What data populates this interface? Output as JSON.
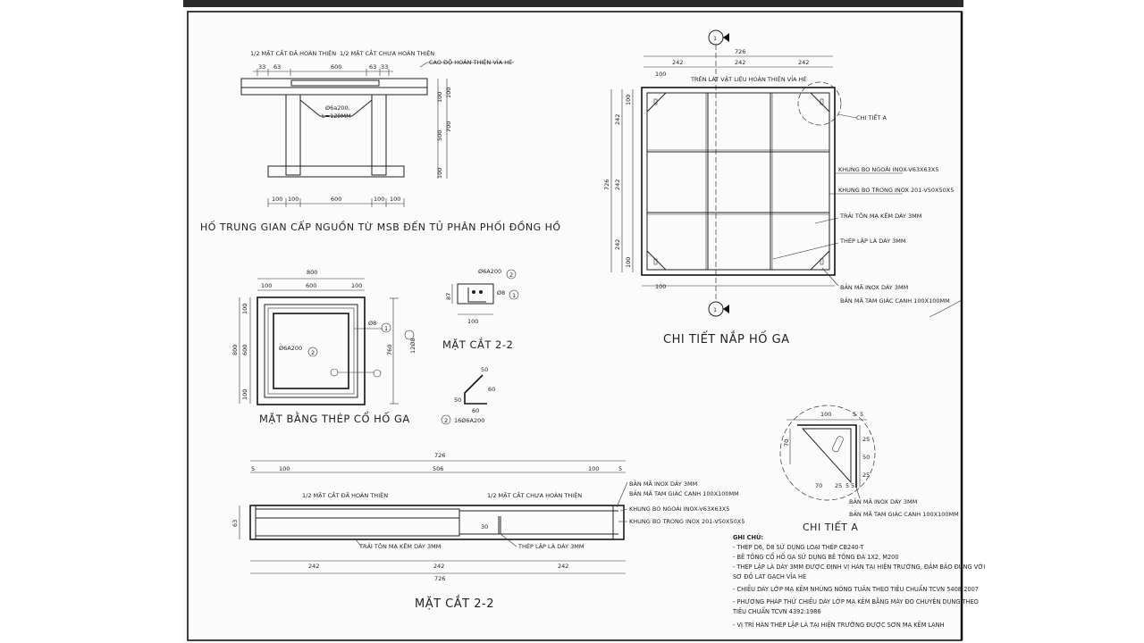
{
  "drawing": {
    "top_section": {
      "label_left": "1/2 MẶT CẮT ĐÃ HOÀN THIỆN",
      "label_right": "1/2 MẶT CẮT CHƯA HOÀN THIỆN",
      "label_level": "CAO ĐỘ HOÀN THIỆN VỈA HÈ",
      "rebar_label_1": "Ø6a200,",
      "rebar_label_2": "L=120MM",
      "dims_top": [
        "33",
        "63",
        "600",
        "63",
        "33"
      ],
      "dims_bottom": [
        "100",
        "100",
        "600",
        "100",
        "100"
      ],
      "dims_right": [
        "100",
        "100",
        "500",
        "700",
        "100"
      ],
      "title": "HỐ TRUNG GIAN CẤP NGUỒN TỪ MSB ĐẾN TỦ PHÂN PHỐI ĐỒNG HỒ"
    },
    "plan_steel": {
      "dim_total": "800",
      "dims_top": [
        "100",
        "600",
        "100"
      ],
      "dims_left": [
        "100",
        "600",
        "100"
      ],
      "dim_right": "760",
      "label_d8": "Ø8",
      "label_6a200": "Ø6A200",
      "marker_1": "1",
      "marker_2": "2",
      "side_label": "12Ø8",
      "title": "MẶT BẰNG THÉP CỔ HỐ GA"
    },
    "section_small": {
      "label_6a200": "Ø6A200",
      "label_d8": "Ø8",
      "dim_87": "87",
      "dim_100": "100",
      "title": "MẶT CẮT 2-2",
      "hook_dims": [
        "50",
        "60",
        "50",
        "60"
      ],
      "hook_label": "16Ø6A200"
    },
    "cover_detail": {
      "marker": "1",
      "dims_top_total": "726",
      "dims_top": [
        "242",
        "242",
        "242"
      ],
      "dims_left": [
        "242",
        "242",
        "242"
      ],
      "dim_left_total": "726",
      "dims_small": [
        "100",
        "100",
        "100",
        "100"
      ],
      "label_top": "TRÊN LÁT VẬT LIỆU HOÀN THIỆN VỈA HÈ",
      "label_detail_a": "CHI TIẾT A",
      "callouts": [
        "KHUNG BO NGOÀI INOX-V63X63X5",
        "KHUNG BO TRONG INOX 201-V50X50X5",
        "TRẢI TÔN MẠ KẼM DÀY 3MM",
        "THÉP LẬP LÀ DÀY 3MM",
        "BẢN MÃ INOX DÀY 3MM",
        "BẢN MÃ TAM GIÁC CẠNH 100X100MM"
      ],
      "title": "CHI TIẾT NẮP HỐ GA"
    },
    "section_long": {
      "dim_total": "726",
      "dims_top": [
        "5",
        "100",
        "506",
        "100",
        "5"
      ],
      "label_left": "1/2 MẶT CẮT ĐÃ HOÀN THIỆN",
      "label_right": "1/2 MẶT CẮT CHƯA HOÀN THIỆN",
      "callouts": [
        "BẢN MÃ INOX DÀY 3MM",
        "BẢN MÃ TAM GIÁC CẠNH 100X100MM",
        "KHUNG BO NGOÀI INOX-V63X63X5",
        "KHUNG BO TRONG INOX 201-V50X50X5"
      ],
      "label_bottom_1": "TRẢI TÔN MẠ KẼM DÀY 3MM",
      "label_bottom_2": "THÉP LẬP LÀ DÀY 3MM",
      "dim_height": "63",
      "dim_30": "30",
      "dims_bottom": [
        "242",
        "242",
        "242"
      ],
      "dim_bottom_total": "726",
      "title": "MẶT CẮT 2-2"
    },
    "detail_a": {
      "dims_top": [
        "100",
        "5",
        "5"
      ],
      "dims_side": [
        "25",
        "50",
        "25"
      ],
      "dim_70": "70",
      "dims_bottom": [
        "25",
        "5",
        "5"
      ],
      "callout_1": "BẢN MÃ INOX DÀY 3MM",
      "callout_2": "BẢN MÃ TAM GIÁC CẠNH 100X100MM",
      "title": "CHI TIẾT A"
    },
    "notes": {
      "heading": "GHI CHÚ:",
      "lines": [
        "- THÉP D6, D8 SỬ DỤNG LOẠI THÉP CB240-T",
        "- BÊ TÔNG CỔ HỐ GA SỬ DỤNG BÊ TÔNG ĐÁ 1X2, M200",
        "- THÉP LẬP LÀ DÀY 3MM ĐƯỢC ĐỊNH VỊ HÀN TẠI HIỆN TRƯỜNG, ĐẢM BẢO ĐÚNG VỚI",
        "SƠ ĐỒ LÁT GẠCH VỈA HÈ",
        "- CHIỀU DÀY LỚP MẠ KẼM NHÚNG NÓNG TUÂN THEO TIÊU CHUẨN TCVN 5408:2007",
        "- PHƯƠNG PHÁP THỬ CHIỀU DÀY LỚP MẠ KẼM BẰNG MÁY ĐO CHUYÊN DỤNG THEO",
        "TIÊU CHUẨN TCVN 4392:1986",
        "- VỊ TRÍ HÀN THÉP LẬP LÀ TẠI HIỆN TRƯỜNG ĐƯỢC SƠN MẠ KẼM LẠNH"
      ]
    }
  }
}
